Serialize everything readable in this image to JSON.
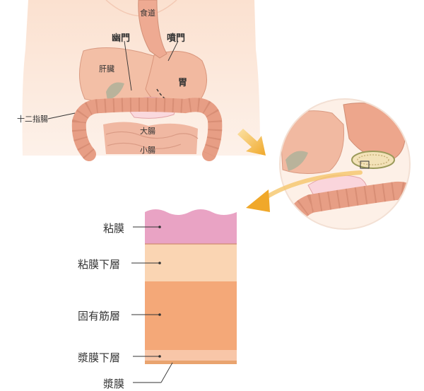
{
  "organs": {
    "esophagus": "食道",
    "pylorus": "幽門",
    "cardia": "噴門",
    "liver": "肝臟",
    "stomach": "胃",
    "duodenum": "十二指腸",
    "large_intestine": "大腸",
    "small_intestine": "小腸"
  },
  "layers": [
    {
      "label": "粘膜",
      "color": "#e9a3c4"
    },
    {
      "label": "粘膜下層",
      "color": "#fad5b3"
    },
    {
      "label": "固有筋層",
      "color": "#f4a878"
    },
    {
      "label": "漿膜下層",
      "color": "#f8c6a8"
    },
    {
      "label": "漿膜",
      "color": "#e9a46f"
    }
  ],
  "colors": {
    "skin": "#fbe3d4",
    "intestine": "#e79e85",
    "arrow": "#f1b436"
  }
}
